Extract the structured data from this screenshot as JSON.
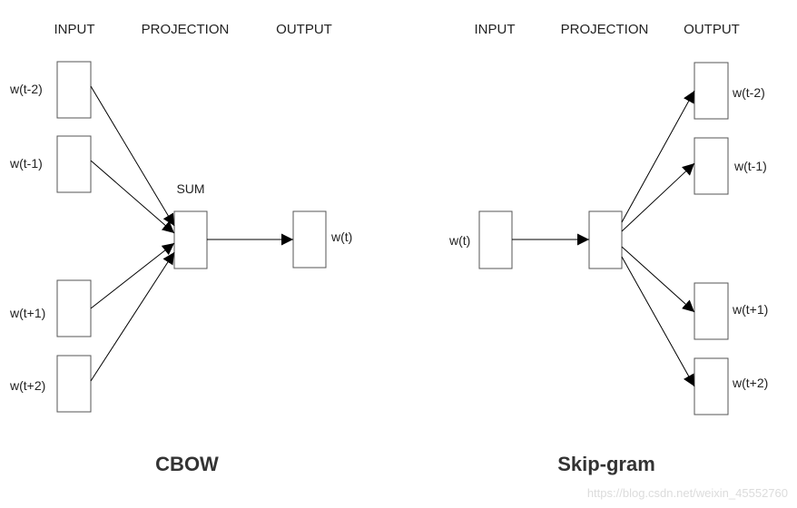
{
  "cbow": {
    "title": "CBOW",
    "headers": {
      "input": "INPUT",
      "projection": "PROJECTION",
      "output": "OUTPUT"
    },
    "inputs": [
      "w(t-2)",
      "w(t-1)",
      "w(t+1)",
      "w(t+2)"
    ],
    "projection_label": "SUM",
    "output": "w(t)"
  },
  "skipgram": {
    "title": "Skip-gram",
    "headers": {
      "input": "INPUT",
      "projection": "PROJECTION",
      "output": "OUTPUT"
    },
    "input": "w(t)",
    "outputs": [
      "w(t-2)",
      "w(t-1)",
      "w(t+1)",
      "w(t+2)"
    ]
  },
  "watermark": "https://blog.csdn.net/weixin_45552760"
}
